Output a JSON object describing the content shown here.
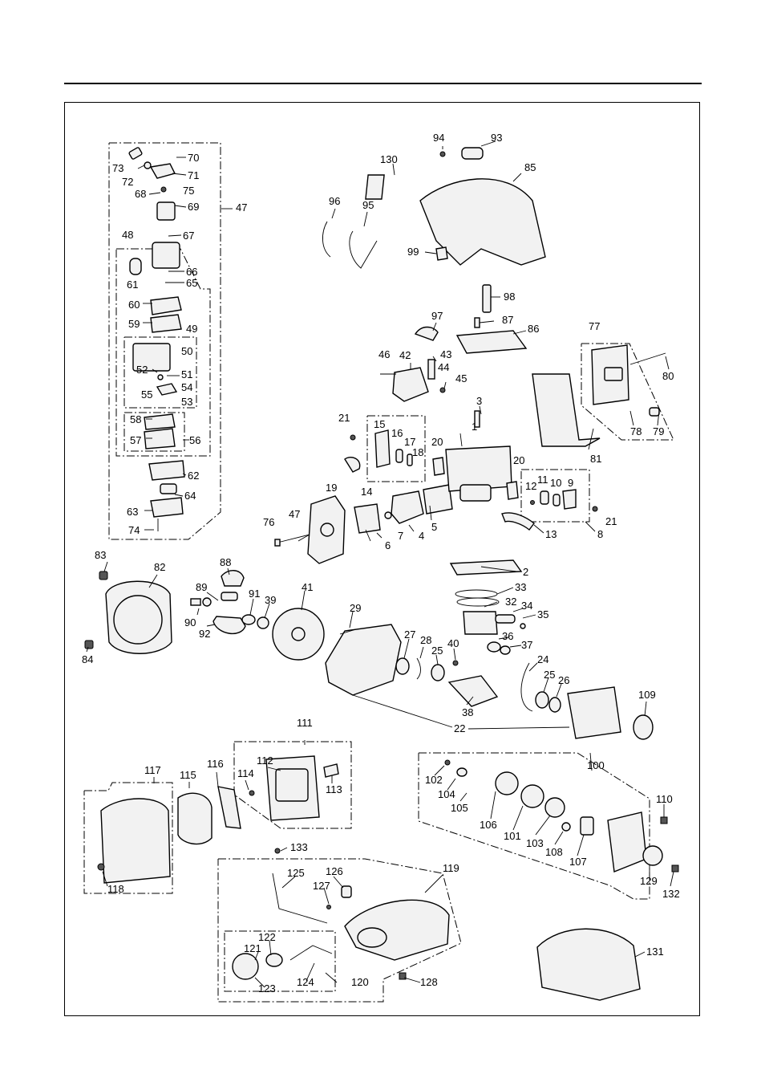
{
  "figure": {
    "labels": [
      {
        "id": "l1",
        "text": "1"
      },
      {
        "id": "l2",
        "text": "2"
      },
      {
        "id": "l3",
        "text": "3"
      },
      {
        "id": "l4",
        "text": "4"
      },
      {
        "id": "l5",
        "text": "5"
      },
      {
        "id": "l6",
        "text": "6"
      },
      {
        "id": "l7",
        "text": "7"
      },
      {
        "id": "l8",
        "text": "8"
      },
      {
        "id": "l9",
        "text": "9"
      },
      {
        "id": "l10",
        "text": "10"
      },
      {
        "id": "l11",
        "text": "11"
      },
      {
        "id": "l12",
        "text": "12"
      },
      {
        "id": "l13",
        "text": "13"
      },
      {
        "id": "l14",
        "text": "14"
      },
      {
        "id": "l15",
        "text": "15"
      },
      {
        "id": "l16",
        "text": "16"
      },
      {
        "id": "l17",
        "text": "17"
      },
      {
        "id": "l18",
        "text": "18"
      },
      {
        "id": "l19",
        "text": "19"
      },
      {
        "id": "l20a",
        "text": "20"
      },
      {
        "id": "l20b",
        "text": "20"
      },
      {
        "id": "l21a",
        "text": "21"
      },
      {
        "id": "l21b",
        "text": "21"
      },
      {
        "id": "l22",
        "text": "22"
      },
      {
        "id": "l24",
        "text": "24"
      },
      {
        "id": "l25a",
        "text": "25"
      },
      {
        "id": "l25b",
        "text": "25"
      },
      {
        "id": "l26",
        "text": "26"
      },
      {
        "id": "l27",
        "text": "27"
      },
      {
        "id": "l28",
        "text": "28"
      },
      {
        "id": "l29",
        "text": "29"
      },
      {
        "id": "l32",
        "text": "32"
      },
      {
        "id": "l33",
        "text": "33"
      },
      {
        "id": "l34",
        "text": "34"
      },
      {
        "id": "l35",
        "text": "35"
      },
      {
        "id": "l36",
        "text": "36"
      },
      {
        "id": "l37",
        "text": "37"
      },
      {
        "id": "l38",
        "text": "38"
      },
      {
        "id": "l39",
        "text": "39"
      },
      {
        "id": "l40",
        "text": "40"
      },
      {
        "id": "l41",
        "text": "41"
      },
      {
        "id": "l42",
        "text": "42"
      },
      {
        "id": "l43",
        "text": "43"
      },
      {
        "id": "l44",
        "text": "44"
      },
      {
        "id": "l45",
        "text": "45"
      },
      {
        "id": "l46",
        "text": "46"
      },
      {
        "id": "l47a",
        "text": "47"
      },
      {
        "id": "l47b",
        "text": "47"
      },
      {
        "id": "l48",
        "text": "48"
      },
      {
        "id": "l49",
        "text": "49"
      },
      {
        "id": "l50",
        "text": "50"
      },
      {
        "id": "l51",
        "text": "51"
      },
      {
        "id": "l52",
        "text": "52"
      },
      {
        "id": "l53",
        "text": "53"
      },
      {
        "id": "l54",
        "text": "54"
      },
      {
        "id": "l55",
        "text": "55"
      },
      {
        "id": "l56",
        "text": "56"
      },
      {
        "id": "l57",
        "text": "57"
      },
      {
        "id": "l58",
        "text": "58"
      },
      {
        "id": "l59",
        "text": "59"
      },
      {
        "id": "l60",
        "text": "60"
      },
      {
        "id": "l61",
        "text": "61"
      },
      {
        "id": "l62",
        "text": "62"
      },
      {
        "id": "l63",
        "text": "63"
      },
      {
        "id": "l64",
        "text": "64"
      },
      {
        "id": "l65",
        "text": "65"
      },
      {
        "id": "l66",
        "text": "66"
      },
      {
        "id": "l67",
        "text": "67"
      },
      {
        "id": "l68",
        "text": "68"
      },
      {
        "id": "l69",
        "text": "69"
      },
      {
        "id": "l70",
        "text": "70"
      },
      {
        "id": "l71",
        "text": "71"
      },
      {
        "id": "l72",
        "text": "72"
      },
      {
        "id": "l73",
        "text": "73"
      },
      {
        "id": "l74",
        "text": "74"
      },
      {
        "id": "l75",
        "text": "75"
      },
      {
        "id": "l76",
        "text": "76"
      },
      {
        "id": "l77",
        "text": "77"
      },
      {
        "id": "l78",
        "text": "78"
      },
      {
        "id": "l79",
        "text": "79"
      },
      {
        "id": "l80",
        "text": "80"
      },
      {
        "id": "l81",
        "text": "81"
      },
      {
        "id": "l82",
        "text": "82"
      },
      {
        "id": "l83",
        "text": "83"
      },
      {
        "id": "l84",
        "text": "84"
      },
      {
        "id": "l85",
        "text": "85"
      },
      {
        "id": "l86",
        "text": "86"
      },
      {
        "id": "l87",
        "text": "87"
      },
      {
        "id": "l88",
        "text": "88"
      },
      {
        "id": "l89",
        "text": "89"
      },
      {
        "id": "l90",
        "text": "90"
      },
      {
        "id": "l91",
        "text": "91"
      },
      {
        "id": "l92",
        "text": "92"
      },
      {
        "id": "l93",
        "text": "93"
      },
      {
        "id": "l94",
        "text": "94"
      },
      {
        "id": "l95",
        "text": "95"
      },
      {
        "id": "l96",
        "text": "96"
      },
      {
        "id": "l97",
        "text": "97"
      },
      {
        "id": "l98",
        "text": "98"
      },
      {
        "id": "l99",
        "text": "99"
      },
      {
        "id": "l100",
        "text": "100"
      },
      {
        "id": "l101",
        "text": "101"
      },
      {
        "id": "l102",
        "text": "102"
      },
      {
        "id": "l103",
        "text": "103"
      },
      {
        "id": "l104",
        "text": "104"
      },
      {
        "id": "l105",
        "text": "105"
      },
      {
        "id": "l106",
        "text": "106"
      },
      {
        "id": "l107",
        "text": "107"
      },
      {
        "id": "l108",
        "text": "108"
      },
      {
        "id": "l109",
        "text": "109"
      },
      {
        "id": "l110",
        "text": "110"
      },
      {
        "id": "l111",
        "text": "111"
      },
      {
        "id": "l112",
        "text": "112"
      },
      {
        "id": "l113",
        "text": "113"
      },
      {
        "id": "l114",
        "text": "114"
      },
      {
        "id": "l115",
        "text": "115"
      },
      {
        "id": "l116",
        "text": "116"
      },
      {
        "id": "l117",
        "text": "117"
      },
      {
        "id": "l118",
        "text": "118"
      },
      {
        "id": "l119",
        "text": "119"
      },
      {
        "id": "l120",
        "text": "120"
      },
      {
        "id": "l121",
        "text": "121"
      },
      {
        "id": "l122",
        "text": "122"
      },
      {
        "id": "l123",
        "text": "123"
      },
      {
        "id": "l124",
        "text": "124"
      },
      {
        "id": "l125",
        "text": "125"
      },
      {
        "id": "l126",
        "text": "126"
      },
      {
        "id": "l127",
        "text": "127"
      },
      {
        "id": "l128",
        "text": "128"
      },
      {
        "id": "l129",
        "text": "129"
      },
      {
        "id": "l130",
        "text": "130"
      },
      {
        "id": "l131",
        "text": "131"
      },
      {
        "id": "l132",
        "text": "132"
      },
      {
        "id": "l133",
        "text": "133"
      }
    ]
  }
}
